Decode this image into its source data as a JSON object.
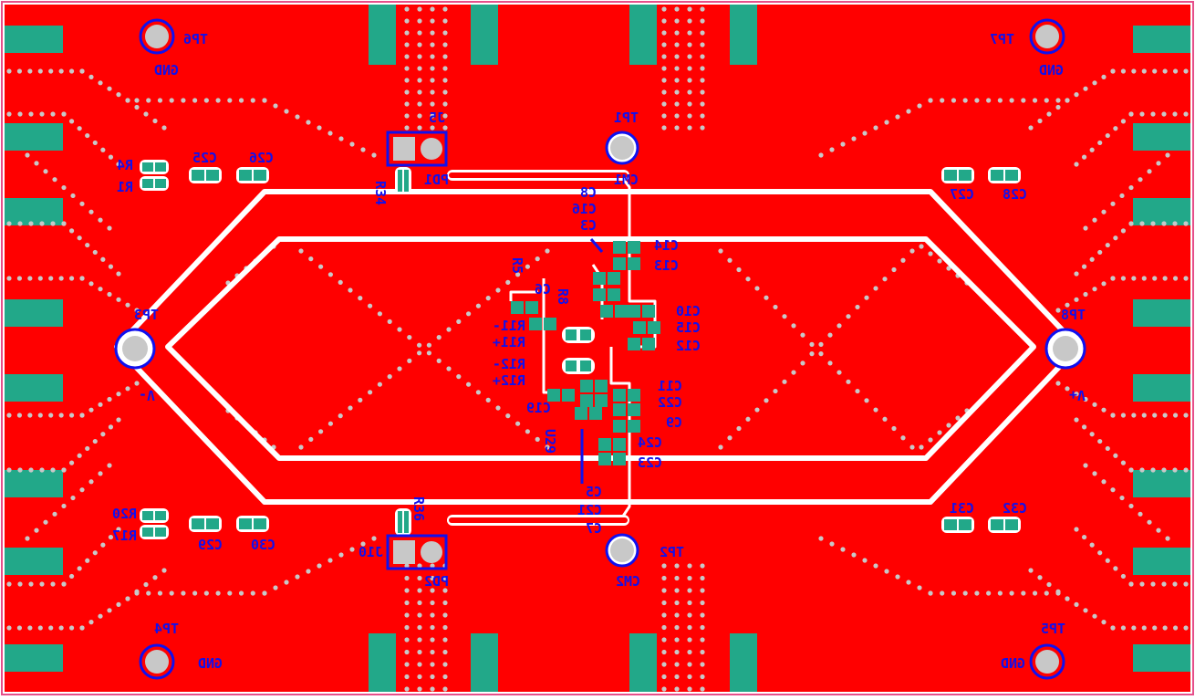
{
  "colors": {
    "copper": "#ff0000",
    "mask_pad": "#22a889",
    "silk": "#1010ee",
    "trace": "#ffffff",
    "via": "#c8c8c8",
    "edge": "#e64f8a"
  },
  "testpoints": [
    {
      "name": "TP6",
      "net": "GND"
    },
    {
      "name": "TP7",
      "net": "GND"
    },
    {
      "name": "TP1",
      "net": "CM1"
    },
    {
      "name": "TP3",
      "net": "V-"
    },
    {
      "name": "TP8",
      "net": "V+"
    },
    {
      "name": "TP2",
      "net": "CM2"
    },
    {
      "name": "TP4",
      "net": "GND"
    },
    {
      "name": "TP5",
      "net": "GND"
    }
  ],
  "connectors": [
    {
      "ref": "J5",
      "net": "PD1",
      "resistor": "R34"
    },
    {
      "ref": "J10",
      "net": "PD2",
      "resistor": "R36"
    }
  ],
  "refdes": {
    "left_top": [
      "R4",
      "R1",
      "C25",
      "C26"
    ],
    "left_bottom": [
      "R20",
      "R17",
      "C29",
      "C30"
    ],
    "right_top": [
      "C27",
      "C28"
    ],
    "right_bottom": [
      "C31",
      "C32"
    ],
    "center": [
      "C8",
      "C16",
      "C3",
      "C14",
      "C13",
      "R5",
      "C6",
      "R8",
      "R11-",
      "R11+",
      "R12-",
      "R12+",
      "C10",
      "C15",
      "C12",
      "C11",
      "C22",
      "C9",
      "C24",
      "C23",
      "C19",
      "U29",
      "C5",
      "C21",
      "C7"
    ]
  }
}
